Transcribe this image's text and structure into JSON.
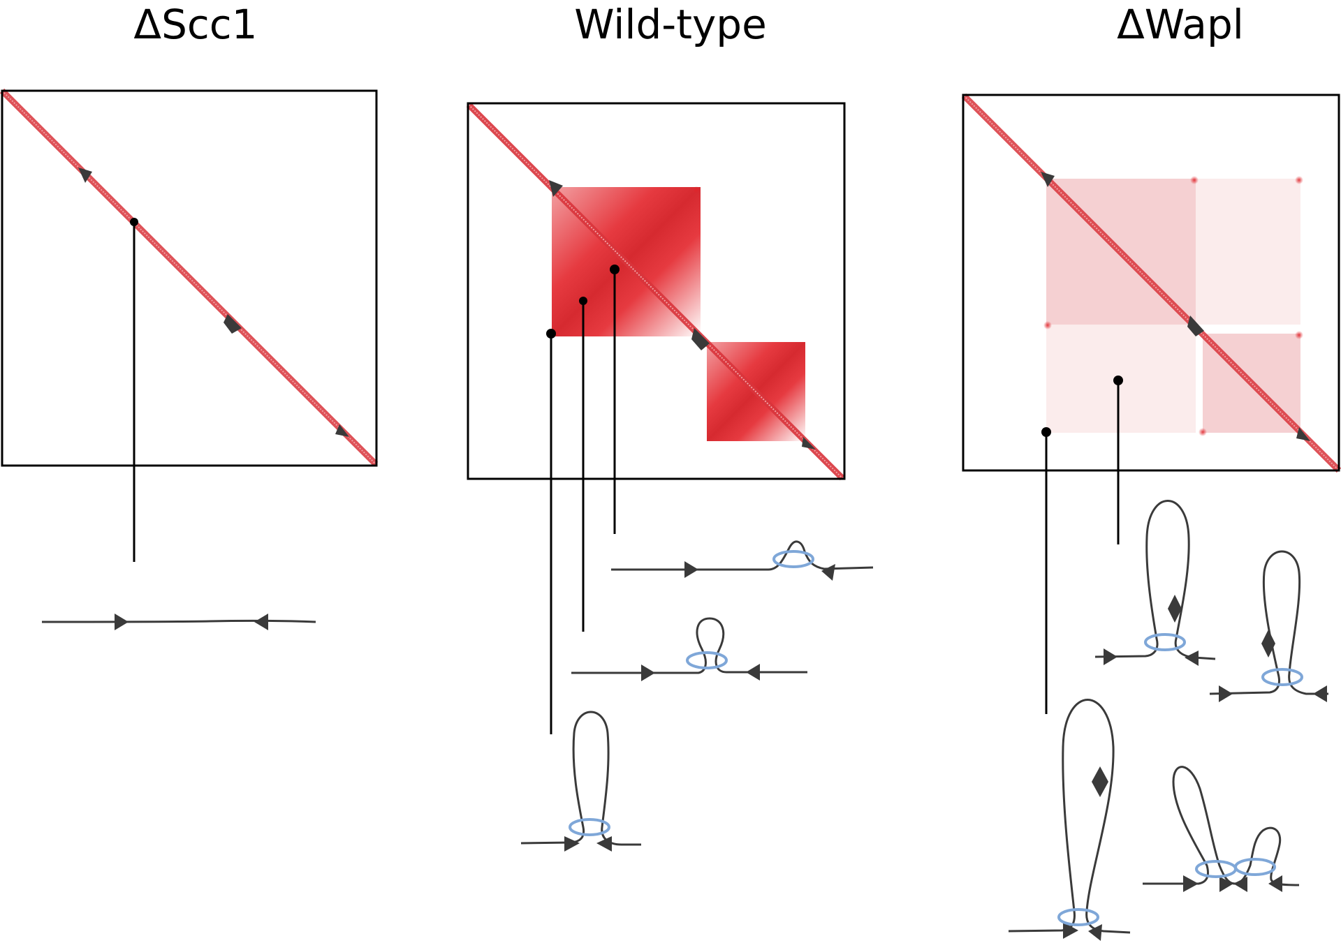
{
  "panels": [
    {
      "title": "ΔScc1"
    },
    {
      "title": "Wild-type"
    },
    {
      "title": "ΔWapl"
    }
  ],
  "colors": {
    "diagonal": "#d9343b",
    "tad": "#e0252b",
    "tad_light": "#f5d0d2",
    "tad_faint": "#fbecec",
    "strand": "#3a3a3a",
    "cohesin_ring": "#7fa7d8",
    "ctcf_arrow": "#3a3a3a",
    "frame": "#000000"
  },
  "icons": [
    "ctcf-arrow-icon",
    "cohesin-ring-icon",
    "dna-strand",
    "loop-icon"
  ]
}
